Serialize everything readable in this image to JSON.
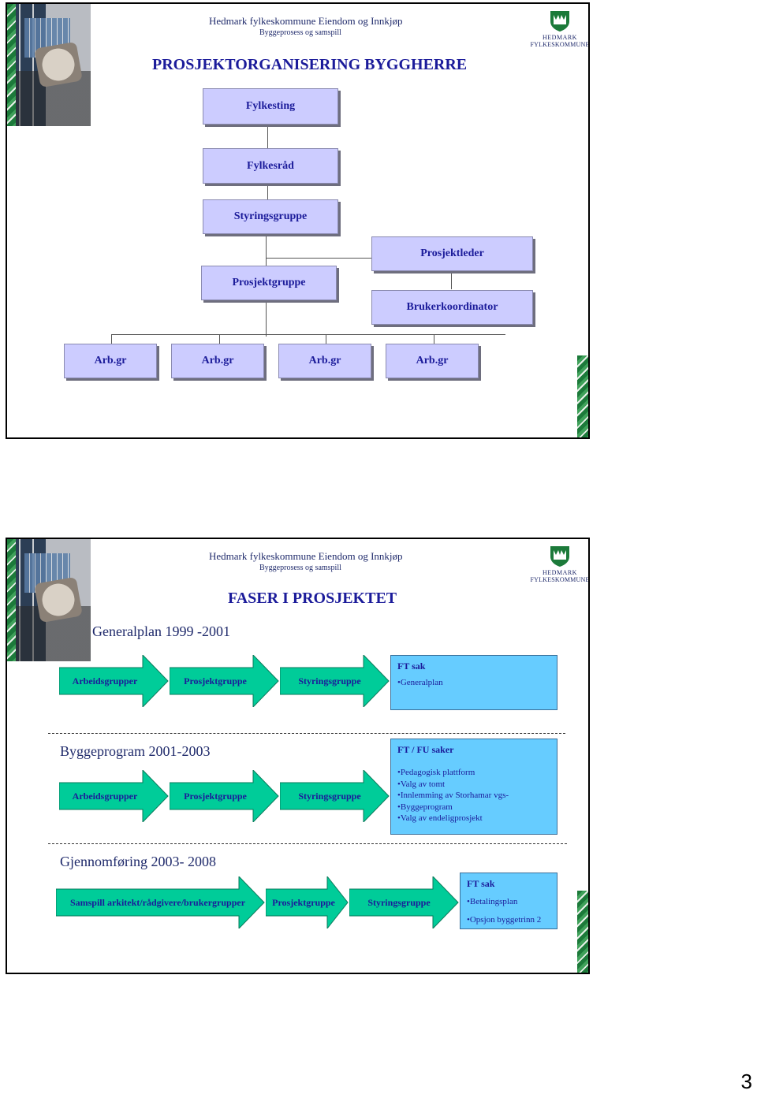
{
  "header": {
    "org_name": "Hedmark fylkeskommune Eiendom og Innkjøp",
    "subtitle": "Byggeprosess og samspill",
    "logo_line1": "Hedmark",
    "logo_line2": "Fylkeskommune"
  },
  "slide1": {
    "title": "PROSJEKTORGANISERING BYGGHERRE",
    "boxes": {
      "fylkesting": "Fylkesting",
      "fylkesrad": "Fylkesråd",
      "styringsgruppe": "Styringsgruppe",
      "prosjektleder": "Prosjektleder",
      "prosjektgruppe": "Prosjektgruppe",
      "brukerkoordinator": "Brukerkoordinator",
      "arbgr": [
        "Arb.gr",
        "Arb.gr",
        "Arb.gr",
        "Arb.gr"
      ]
    }
  },
  "slide2": {
    "title": "FASER I PROSJEKTET",
    "phases": [
      {
        "label": "Generalplan 1999 -2001",
        "steps": [
          "Arbeidsgrupper",
          "Prosjektgruppe",
          "Styringsgruppe"
        ],
        "result_title": "FT sak",
        "result_items": [
          "•Generalplan"
        ]
      },
      {
        "label": "Byggeprogram 2001-2003",
        "steps": [
          "Arbeidsgrupper",
          "Prosjektgruppe",
          "Styringsgruppe"
        ],
        "result_title": "FT / FU saker",
        "result_items": [
          "•Pedagogisk plattform",
          "•Valg av tomt",
          "•Innlemming av Storhamar vgs-",
          "•Byggeprogram",
          "•Valg av endeligprosjekt"
        ]
      },
      {
        "label": "Gjennomføring 2003- 2008",
        "steps": [
          "Samspill arkitekt/rådgivere/brukergrupper",
          "Prosjektgruppe",
          "Styringsgruppe"
        ],
        "result_title": "FT sak",
        "result_items": [
          "•Betalingsplan",
          "•Opsjon byggetrinn 2"
        ]
      }
    ]
  },
  "page_number": "3",
  "colors": {
    "org_box": "#ccccff",
    "arrow_fill": "#00cc99",
    "result_box": "#66ccff",
    "text": "#1b1b9a"
  }
}
